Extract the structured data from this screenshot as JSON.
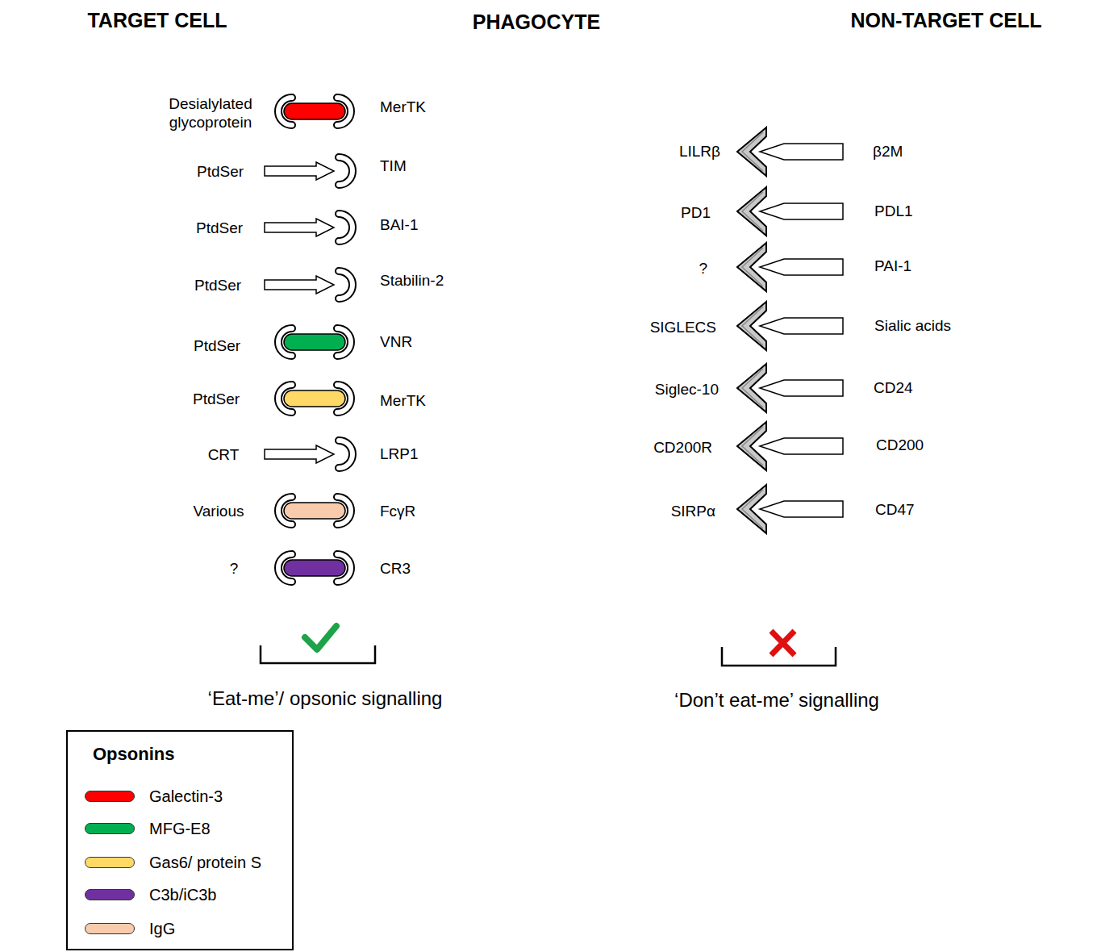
{
  "diagram": {
    "nodes": [
      {
        "text": [
          "TARGET CELL"
        ]
      },
      {
        "text": [
          "PHAGOCYTE"
        ]
      },
      {
        "text": [
          "NON-TARGET CELL"
        ]
      },
      {
        "text": [
          "Opsonins"
        ]
      }
    ],
    "labels": [
      "Desialylated glycoprotein",
      "PtdSer",
      "PtdSer",
      "PtdSer",
      "PtdSer",
      "PtdSer",
      "CRT",
      "Various",
      "?",
      "MerTK",
      "TIM",
      "BAI-1",
      "Stabilin-2",
      "VNR",
      "MerTK",
      "LRP1",
      "FcγR",
      "CR3",
      "LILRβ",
      "PD1",
      "?",
      "SIGLECS",
      "Siglec-10",
      "CD200R",
      "SIRPα",
      "β2M",
      "PDL1",
      "PAI-1",
      "Sialic acids",
      "CD24",
      "CD200",
      "CD47",
      "‘Eat-me’/ opsonic signalling",
      "‘Don’t eat-me’ signalling"
    ],
    "legend": [
      {
        "text": "Galectin-3",
        "color": "#ff0000"
      },
      {
        "text": "MFG-E8",
        "color": "#00b050"
      },
      {
        "text": "Gas6/ protein S",
        "color": "#ffd966"
      },
      {
        "text": "C3b/iC3b",
        "color": "#7030a0"
      },
      {
        "text": "IgG",
        "color": "#f8cbad"
      }
    ]
  }
}
